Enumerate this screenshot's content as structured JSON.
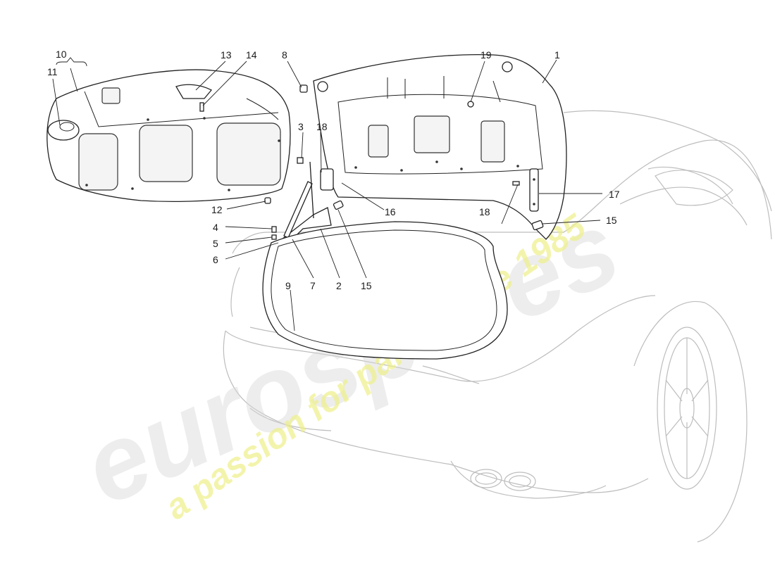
{
  "watermark": {
    "brand": "eurospares",
    "tagline": "a passion for parts since 1985"
  },
  "callouts": [
    {
      "id": "c1",
      "label": "1"
    },
    {
      "id": "c2",
      "label": "2"
    },
    {
      "id": "c3",
      "label": "3"
    },
    {
      "id": "c4",
      "label": "4"
    },
    {
      "id": "c5",
      "label": "5"
    },
    {
      "id": "c6",
      "label": "6"
    },
    {
      "id": "c7",
      "label": "7"
    },
    {
      "id": "c8",
      "label": "8"
    },
    {
      "id": "c9",
      "label": "9"
    },
    {
      "id": "c10",
      "label": "10"
    },
    {
      "id": "c11",
      "label": "11"
    },
    {
      "id": "c12",
      "label": "12"
    },
    {
      "id": "c13",
      "label": "13"
    },
    {
      "id": "c14",
      "label": "14"
    },
    {
      "id": "c15a",
      "label": "15"
    },
    {
      "id": "c15b",
      "label": "15"
    },
    {
      "id": "c16",
      "label": "16"
    },
    {
      "id": "c17",
      "label": "17"
    },
    {
      "id": "c18a",
      "label": "18"
    },
    {
      "id": "c18b",
      "label": "18"
    },
    {
      "id": "c19",
      "label": "19"
    }
  ]
}
